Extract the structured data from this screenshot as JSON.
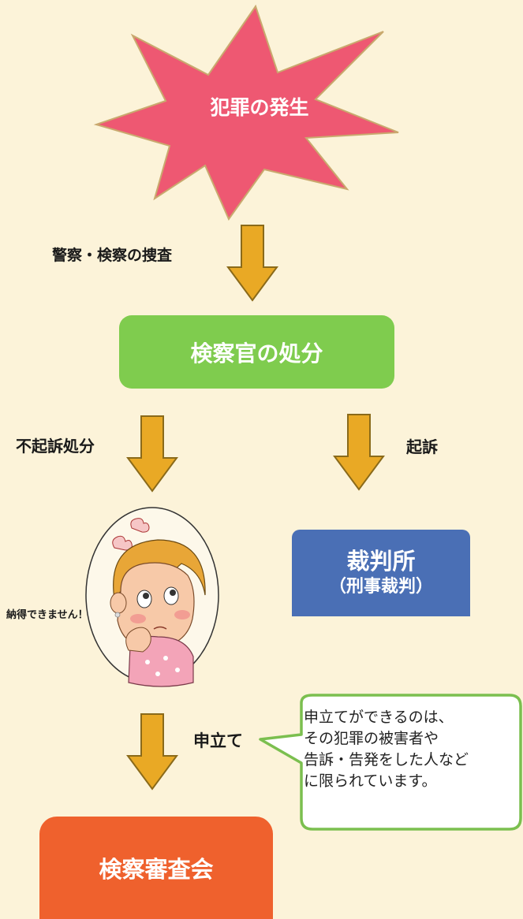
{
  "colors": {
    "background": "#fcf3d9",
    "burst": "#ee5872",
    "burst_outline": "#c9a96e",
    "arrow": "#e9a925",
    "arrow_outline": "#8a6a1a",
    "prosecutor_box": "#7fcc4e",
    "court_box": "#4a6fb5",
    "review_box": "#ef612d",
    "bubble_border": "#7bbf4f"
  },
  "burst": {
    "label": "犯罪の発生"
  },
  "steps": {
    "investigation": "警察・検察の捜査",
    "prosecutor_decision": "検察官の処分",
    "non_prosecution": "不起訴処分",
    "indictment": "起訴",
    "court_title": "裁判所",
    "court_subtitle": "（刑事裁判）",
    "person_caption": "納得できません！",
    "application": "申立て",
    "review_board": "検察審査会"
  },
  "speech_bubble": {
    "lines": [
      "申立てができるのは、",
      "その犯罪の被害者や",
      "告訴・告発をした人など",
      "に限られています。"
    ]
  },
  "icons": {
    "burst": "explosion-burst-icon",
    "arrow": "down-arrow-icon",
    "person": "frustrated-woman-illustration"
  }
}
